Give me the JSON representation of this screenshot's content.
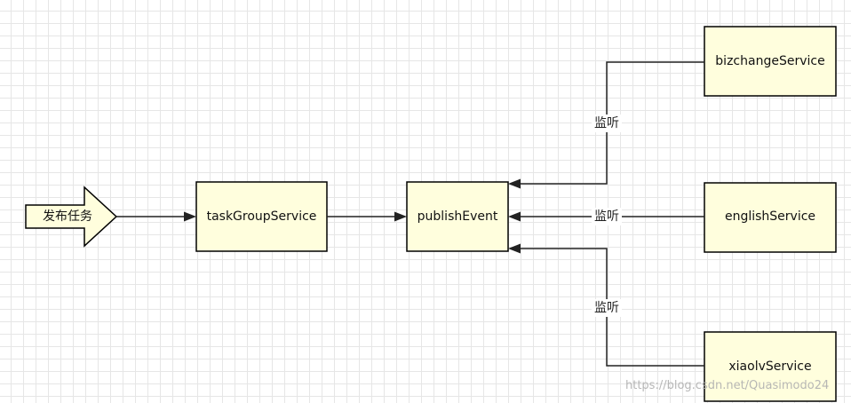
{
  "diagram": {
    "start": {
      "label": "发布任务"
    },
    "nodes": {
      "task_group": {
        "label": "taskGroupService"
      },
      "publish_event": {
        "label": "publishEvent"
      },
      "bizchange": {
        "label": "bizchangeService"
      },
      "english": {
        "label": "englishService"
      },
      "xiaolv": {
        "label": "xiaolvService"
      }
    },
    "edges": {
      "bizchange_label": "监听",
      "english_label": "监听",
      "xiaolv_label": "监听"
    }
  },
  "watermark": "https://blog.csdn.net/Quasimodo24",
  "colors": {
    "node_fill": "#fffedd",
    "stroke": "#000000",
    "grid": "#e6e6e6"
  }
}
